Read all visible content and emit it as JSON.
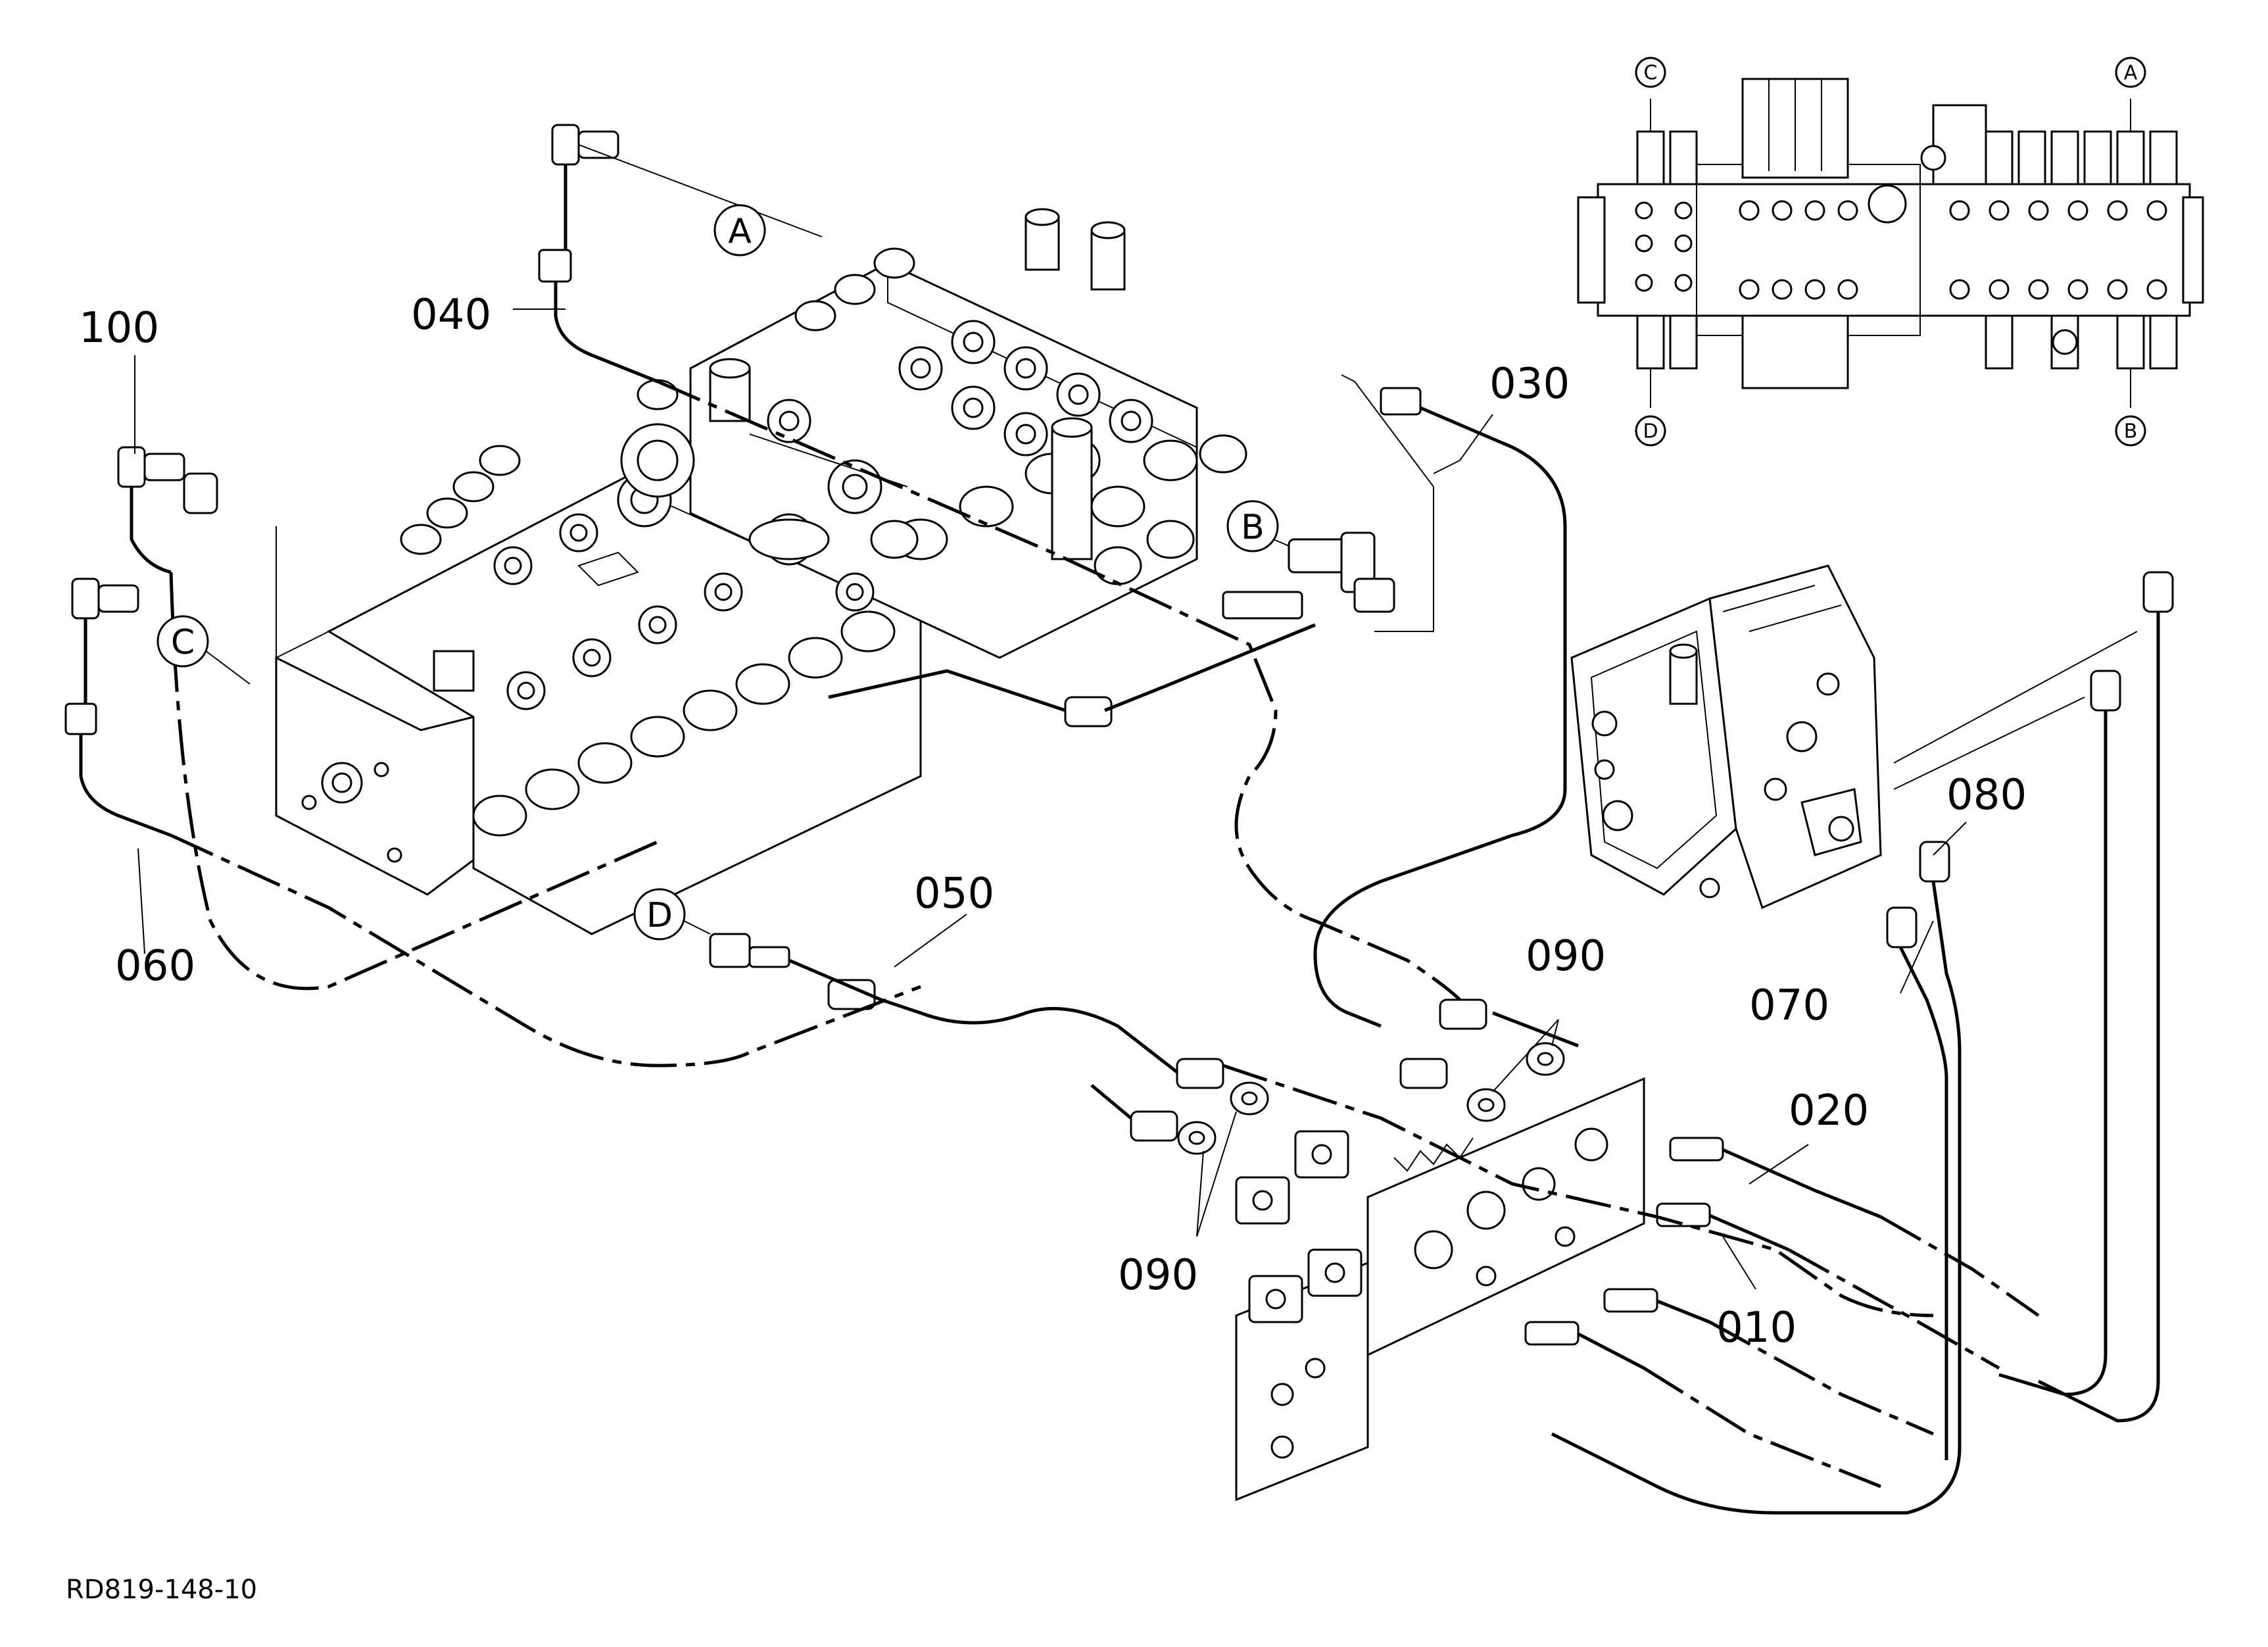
{
  "drawing_code": "RD819-148-10",
  "callouts": {
    "p010": "010",
    "p020": "020",
    "p030": "030",
    "p040": "040",
    "p050": "050",
    "p060": "060",
    "p070": "070",
    "p080": "080",
    "p090a": "090",
    "p090b": "090",
    "p100": "100"
  },
  "connection_refs": {
    "A": "A",
    "B": "B",
    "C": "C",
    "D": "D"
  },
  "inset_refs": {
    "A": "A",
    "B": "B",
    "C": "C",
    "D": "D"
  }
}
